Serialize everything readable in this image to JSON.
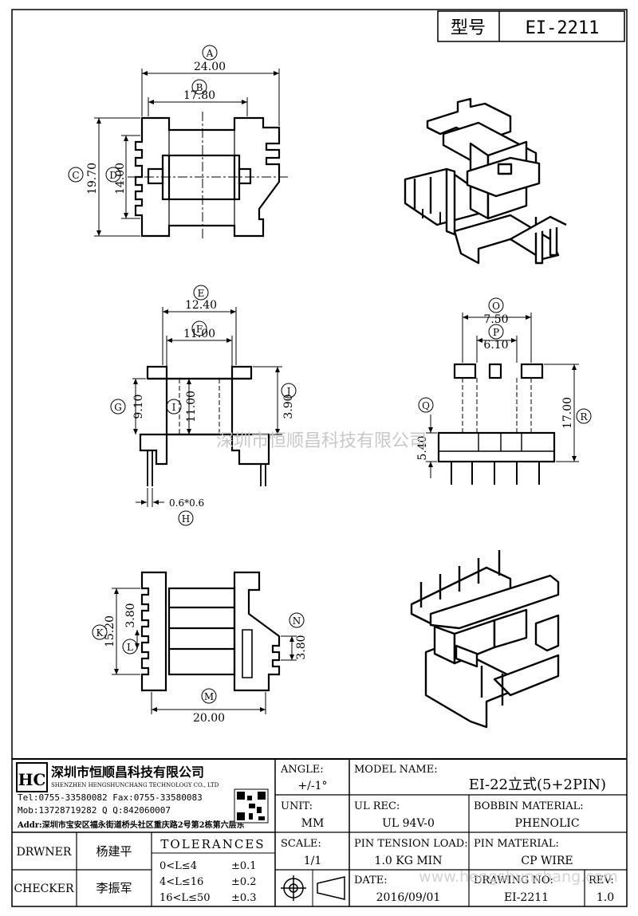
{
  "header": {
    "model_label": "型号",
    "model_value": "EI-2211"
  },
  "dimensions": {
    "A": "24.00",
    "B": "17.80",
    "C": "19.70",
    "D": "14.00",
    "E": "12.40",
    "F": "11.00",
    "G": "9.10",
    "I": "11.00",
    "J": "3.90",
    "H": "0.6*0.6",
    "O": "7.50",
    "P": "6.10",
    "Q": "5.40",
    "R": "17.00",
    "K": "15.20",
    "L": "3.80",
    "N": "3.80",
    "M": "20.00"
  },
  "watermark": {
    "center": "深圳市恒顺昌科技有限公司",
    "bottom": "www.hengshunchang.com"
  },
  "company": {
    "name_cn": "深圳市恒顺昌科技有限公司",
    "name_en": "SHENZHEN HENGSHUNCHANG TECHNOLOGY CO., LTD",
    "tel": "Tel:0755-33580082 Fax:0755-33580083",
    "mob": "Mob:13728719282     Q  Q:842060007",
    "addr": "Addr:深圳市宝安区福永街道桥头社区重庆路2号第2栋第六层东"
  },
  "title_block": {
    "angle_label": "ANGLE:",
    "angle_value": "+/-1°",
    "model_name_label": "MODEL NAME:",
    "model_name_value": "EI-22立式(5+2PIN)",
    "unit_label": "UNIT:",
    "unit_value": "MM",
    "ul_label": "UL REC:",
    "ul_value": "UL 94V-0",
    "bobbin_label": "BOBBIN MATERIAL:",
    "bobbin_value": "PHENOLIC",
    "drwner_label": "DRWNER",
    "drwner_value": "杨建平",
    "tolerances_label": "TOLERANCES",
    "tol1": "0<L≤4",
    "tol1v": "±0.1",
    "tol2": "4<L≤16",
    "tol2v": "±0.2",
    "tol3": "16<L≤50",
    "tol3v": "±0.3",
    "scale_label": "SCALE:",
    "scale_value": "1/1",
    "pin_tension_label": "PIN TENSION LOAD:",
    "pin_tension_value": "1.0 KG MIN",
    "pin_material_label": "PIN MATERIAL:",
    "pin_material_value": "CP WIRE",
    "checker_label": "CHECKER",
    "checker_value": "李振军",
    "date_label": "DATE:",
    "date_value": "2016/09/01",
    "drawing_no_label": "DRAWING NO:",
    "drawing_no_value": "EI-2211",
    "rev_label": "REV:",
    "rev_value": "1.0"
  }
}
